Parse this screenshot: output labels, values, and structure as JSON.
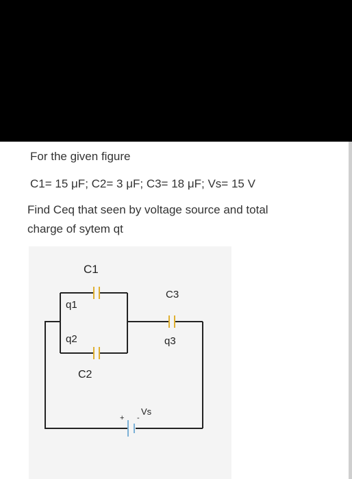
{
  "question": {
    "intro": "For the given figure",
    "values": "C1= 15 μF; C2= 3 μF; C3= 18 μF; Vs= 15 V",
    "task_line1": "Find Ceq that seen by voltage source and total",
    "task_line2": "charge of sytem qt"
  },
  "figure": {
    "c1_label": "C1",
    "c2_label": "C2",
    "c3_label": "C3",
    "q1_label": "q1",
    "q2_label": "q2",
    "q3_label": "q3",
    "vs_label": "Vs",
    "plus_sign": "+",
    "minus_sign": "-",
    "capacitor_color": "#e0b030",
    "battery_color": "#7ab0d6",
    "wire_color": "#222222"
  }
}
